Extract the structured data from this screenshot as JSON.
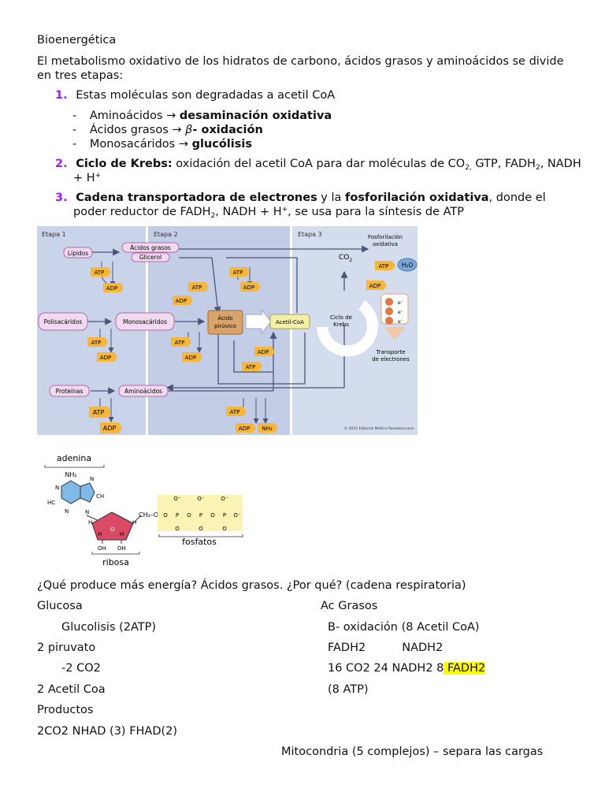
{
  "title": "Bioenergética",
  "intro": "El metabolismo oxidativo de los hidratos de carbono, ácidos grasos y aminoácidos se divide en tres etapas:",
  "steps": [
    {
      "num": "1.",
      "text": "Estas moléculas son degradadas a acetil CoA"
    },
    {
      "num": "2.",
      "bold": "Ciclo de Krebs:",
      "text": " oxidación del acetil CoA para dar moléculas de CO",
      "co2_sub": "2,",
      "text2": " GTP, FADH",
      "fadh_sub": "2",
      "text3": ", NADH",
      "line2": "+ H",
      "hplus": "+"
    },
    {
      "num": "3.",
      "bold1": "Cadena transportadora de electrones",
      "mid": " y la ",
      "bold2": "fosforilación oxidativa",
      "end": ", donde el",
      "line2a": "poder reductor de FADH",
      "sub2": "2",
      "line2b": ", NADH + H",
      "sup": "+",
      "line2c": ", se usa para la síntesis de ATP"
    }
  ],
  "sublist": [
    {
      "dash": "-",
      "pre": "Aminoácidos → ",
      "bold": "desaminación oxidativa"
    },
    {
      "dash": "-",
      "pre": "Ácidos grasos → ",
      "beta": "β",
      "bold": "- oxidación"
    },
    {
      "dash": "-",
      "pre": "Monosacáridos → ",
      "bold": "glucólisis"
    }
  ],
  "diagram": {
    "stage1": "Etapa 1",
    "stage2": "Etapa 2",
    "stage3": "Etapa 3",
    "lipidos": "Lípidos",
    "acidos_grasos": "Ácidos grasos",
    "glicerol": "Glicerol",
    "polisacaridos": "Polisacáridos",
    "monosacaridos": "Monosacáridos",
    "proteinas": "Proteínas",
    "aminoacidos": "Aminoácidos",
    "acido": "Ácido",
    "piruvico": "pirúvico",
    "acetil": "Acetil-CoA",
    "ciclo": "Ciclo de",
    "krebs": "Krebs",
    "fosfo1": "Fosforilación",
    "fosfo2": "oxidativa",
    "co2": "CO",
    "co2_sub": "2",
    "h2o": "H₂O",
    "atp": "ATP",
    "adp": "ADP",
    "nh3": "NH₃",
    "eminus": "e⁻",
    "transporte1": "Transporte",
    "transporte2": "de electrones",
    "copyright": "© 2015 Editorial Médica Panamericana"
  },
  "atp_figure": {
    "adenina": "adenina",
    "ribosa": "ribosa",
    "fosfatos": "fosfatos",
    "nh2": "NH₂",
    "n": "N",
    "hc": "HC",
    "ch": "CH",
    "h": "H",
    "oh": "OH",
    "ch2o": "CH₂–O–",
    "o": "O",
    "p": "P",
    "ominus": "O⁻"
  },
  "question": "¿Qué produce más energía? Ácidos grasos. ¿Por qué? (cadena respiratoria)",
  "left_col": [
    "Glucosa",
    "Glucolisis (2ATP)",
    "2 piruvato",
    "-2 CO2",
    "2 Acetil Coa",
    "Productos",
    "2CO2  NHAD (3)  FHAD(2)"
  ],
  "right_col": {
    "r1": "Ac Grasos",
    "r2": "B- oxidación (8 Acetil CoA)",
    "r3a": "FADH2",
    "r3b": "NADH2",
    "r4a": "16 CO2  24 NADH2 8",
    "r4b": " FADH2",
    "r5": "(8 ATP)"
  },
  "footer": "Mitocondria (5 complejos) – separa las cargas"
}
